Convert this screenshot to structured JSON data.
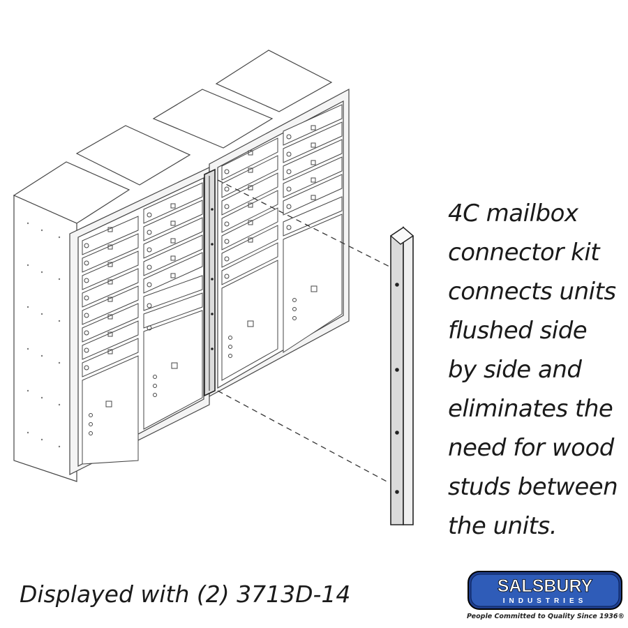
{
  "description_lines": [
    "4C mailbox",
    "connector kit",
    "connects units",
    "flushed side",
    "by side and",
    "eliminates the",
    "need for wood",
    "studs between",
    "the units."
  ],
  "caption": "Displayed with (2) 3713D-14",
  "logo": {
    "name": "SALSBURY",
    "sub": "INDUSTRIES",
    "tagline": "People Committed to Quality Since 1936®"
  },
  "icons": [
    "mailbox-unit-illustration",
    "connector-bar-illustration",
    "salsbury-logo"
  ],
  "colors": {
    "logo_blue": "#1f3f8f",
    "line": "#333333"
  }
}
